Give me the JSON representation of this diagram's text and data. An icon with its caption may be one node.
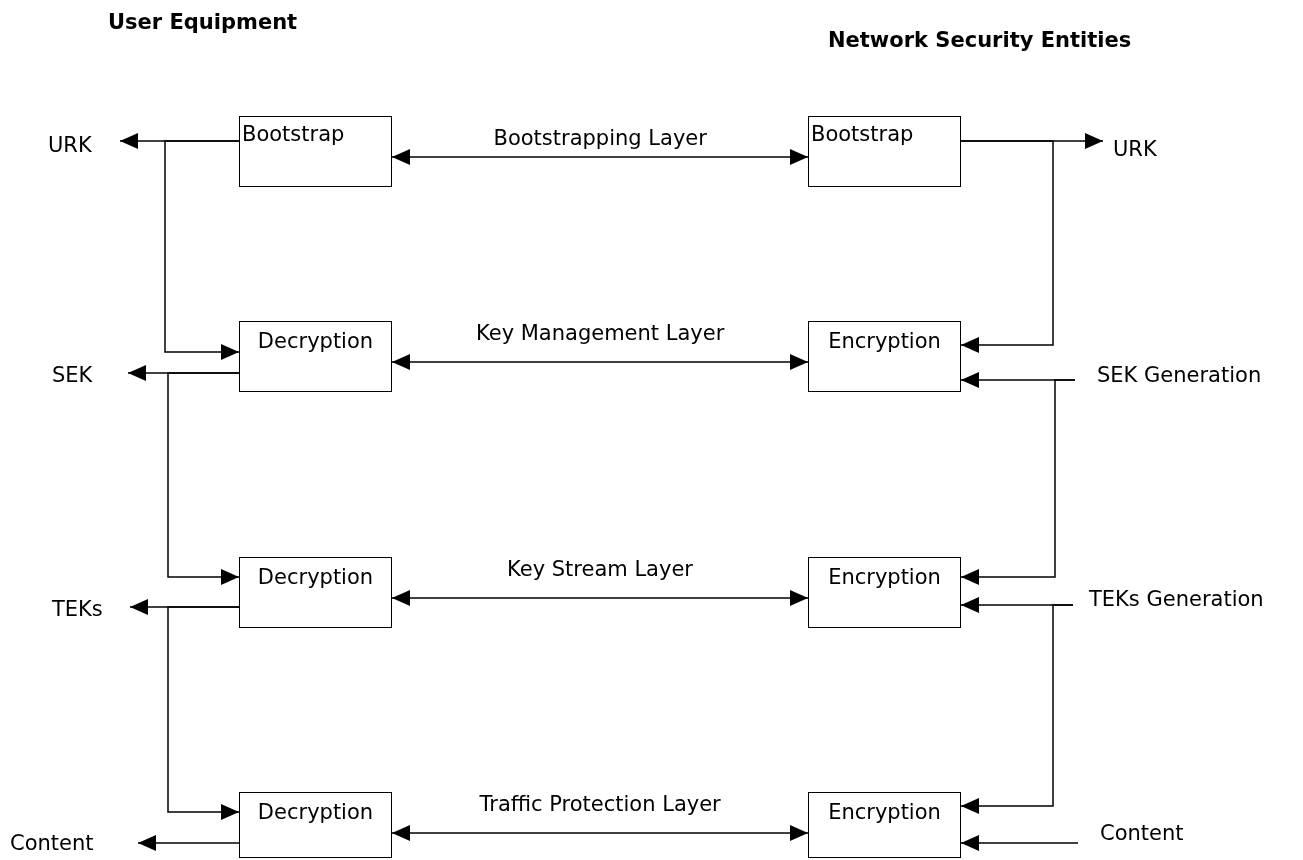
{
  "diagram": {
    "nodes": [
      {
        "text": [
          "URK"
        ]
      },
      {
        "text": [
          "Bootstrap"
        ]
      },
      {
        "text": [
          "Bootstrap"
        ]
      },
      {
        "text": [
          "URK"
        ]
      },
      {
        "text": [
          "SEK"
        ]
      },
      {
        "text": [
          "Decryption"
        ]
      },
      {
        "text": [
          "Encryption"
        ]
      },
      {
        "text": [
          "SEK Generation"
        ]
      },
      {
        "text": [
          "TEKs"
        ]
      },
      {
        "text": [
          "Decryption"
        ]
      },
      {
        "text": [
          "Encryption"
        ]
      },
      {
        "text": [
          "TEKs Generation"
        ]
      },
      {
        "text": [
          "Content"
        ]
      },
      {
        "text": [
          "Decryption"
        ]
      },
      {
        "text": [
          "Encryption"
        ]
      },
      {
        "text": [
          "Content"
        ]
      }
    ],
    "edges": [
      {
        "from": 1,
        "to": 0,
        "arrow": "to"
      },
      {
        "from": 1,
        "to": 2,
        "arrow": "both",
        "label": "Bootstrapping Layer"
      },
      {
        "from": 2,
        "to": 3,
        "arrow": "to"
      },
      {
        "from": 1,
        "to": 5,
        "arrow": "to"
      },
      {
        "from": 2,
        "to": 6,
        "arrow": "to"
      },
      {
        "from": 5,
        "to": 4,
        "arrow": "to"
      },
      {
        "from": 5,
        "to": 6,
        "arrow": "both",
        "label": "Key Management Layer"
      },
      {
        "from": 7,
        "to": 6,
        "arrow": "to"
      },
      {
        "from": 5,
        "to": 9,
        "arrow": "to"
      },
      {
        "from": 7,
        "to": 10,
        "arrow": "to"
      },
      {
        "from": 9,
        "to": 8,
        "arrow": "to"
      },
      {
        "from": 9,
        "to": 10,
        "arrow": "both",
        "label": "Key Stream Layer"
      },
      {
        "from": 11,
        "to": 10,
        "arrow": "to"
      },
      {
        "from": 9,
        "to": 13,
        "arrow": "to"
      },
      {
        "from": 11,
        "to": 14,
        "arrow": "to"
      },
      {
        "from": 13,
        "to": 12,
        "arrow": "to"
      },
      {
        "from": 13,
        "to": 14,
        "arrow": "both",
        "label": "Traffic Protection Layer"
      },
      {
        "from": 15,
        "to": 14,
        "arrow": "to"
      }
    ],
    "labels": [
      "User Equipment",
      "Network Security Entities"
    ]
  }
}
